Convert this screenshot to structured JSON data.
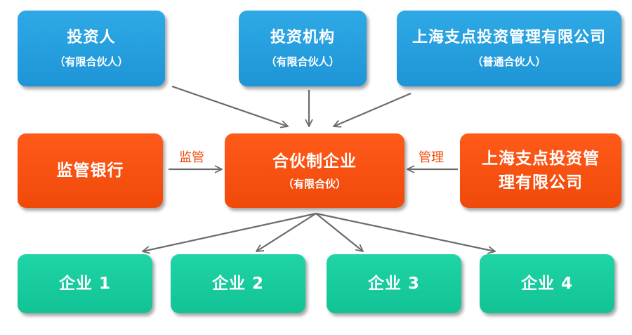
{
  "top": {
    "investor": {
      "title": "投资人",
      "sub": "（有限合伙人）"
    },
    "institution": {
      "title": "投资机构",
      "sub": "（有限合伙人）"
    },
    "gp": {
      "title": "上海支点投资管理有限公司",
      "sub": "（普通合伙人）"
    }
  },
  "middle": {
    "bank": {
      "title": "监管银行"
    },
    "partnership": {
      "title": "合伙制企业",
      "sub": "（有限合伙）"
    },
    "manager": {
      "title_line1": "上海支点投资管",
      "title_line2": "理有限公司"
    }
  },
  "labels": {
    "supervise": "监管",
    "manage": "管理"
  },
  "bottom": {
    "companies": [
      "企业 1",
      "企业 2",
      "企业 3",
      "企业 4"
    ]
  },
  "colors": {
    "blue": "#1e95d6",
    "orange": "#f04a0a",
    "green": "#12c394",
    "arrow": "#6b6b6b"
  }
}
